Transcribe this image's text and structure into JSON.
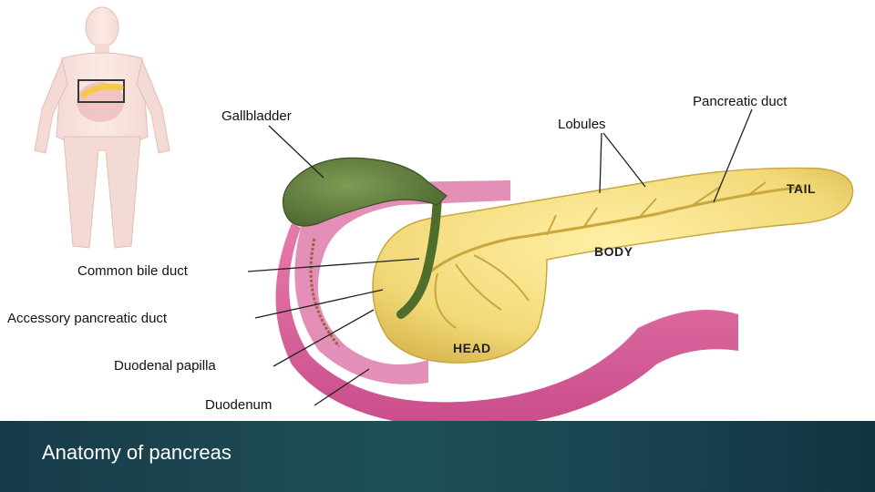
{
  "labels": {
    "gallbladder": "Gallbladder",
    "lobules": "Lobules",
    "pancreatic_duct": "Pancreatic duct",
    "common_bile_duct": "Common bile duct",
    "accessory_pancreatic_duct": "Accessory pancreatic duct",
    "duodenal_papilla": "Duodenal papilla",
    "duodenum": "Duodenum"
  },
  "regions": {
    "tail": "TAIL",
    "body": "BODY",
    "head": "HEAD"
  },
  "footer": {
    "title": "Anatomy of pancreas"
  },
  "colors": {
    "pancreas": "#f2d978",
    "duodenum": "#d9619a",
    "gallbladder": "#5e7a3a",
    "footer_bg": "#1c4a52"
  }
}
